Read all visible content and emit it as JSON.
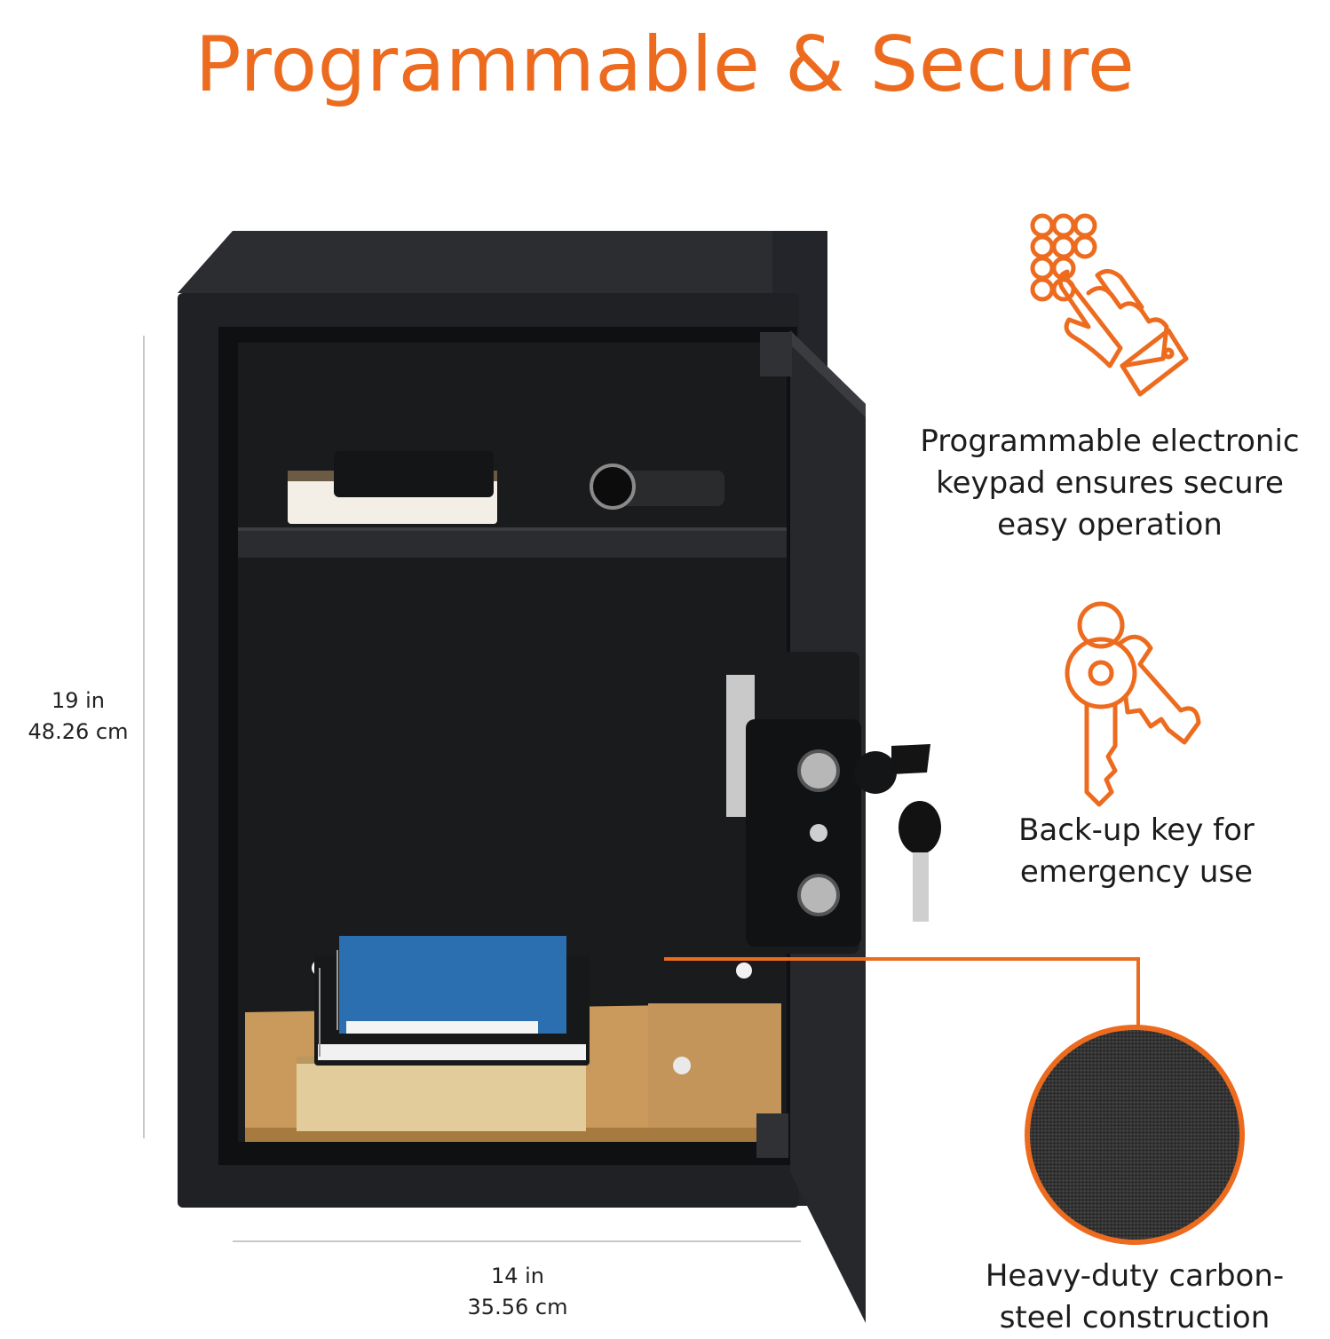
{
  "title": "Programmable & Secure",
  "dimensions": {
    "height_in": "19 in",
    "height_cm": "48.26 cm",
    "width_in": "14 in",
    "width_cm": "35.56 cm"
  },
  "features": [
    {
      "icon": "keypad-hand-icon",
      "line1": "Programmable electronic",
      "line2": "keypad ensures secure",
      "line3": "easy operation"
    },
    {
      "icon": "keys-icon",
      "line1": "Back-up key for",
      "line2": "emergency use"
    },
    {
      "icon": "steel-texture-swatch",
      "line1": "Heavy-duty carbon-",
      "line2": "steel construction"
    }
  ],
  "colors": {
    "accent": "#ed6b1f",
    "safe_body": "#1d1f21",
    "interior": "#161718"
  }
}
